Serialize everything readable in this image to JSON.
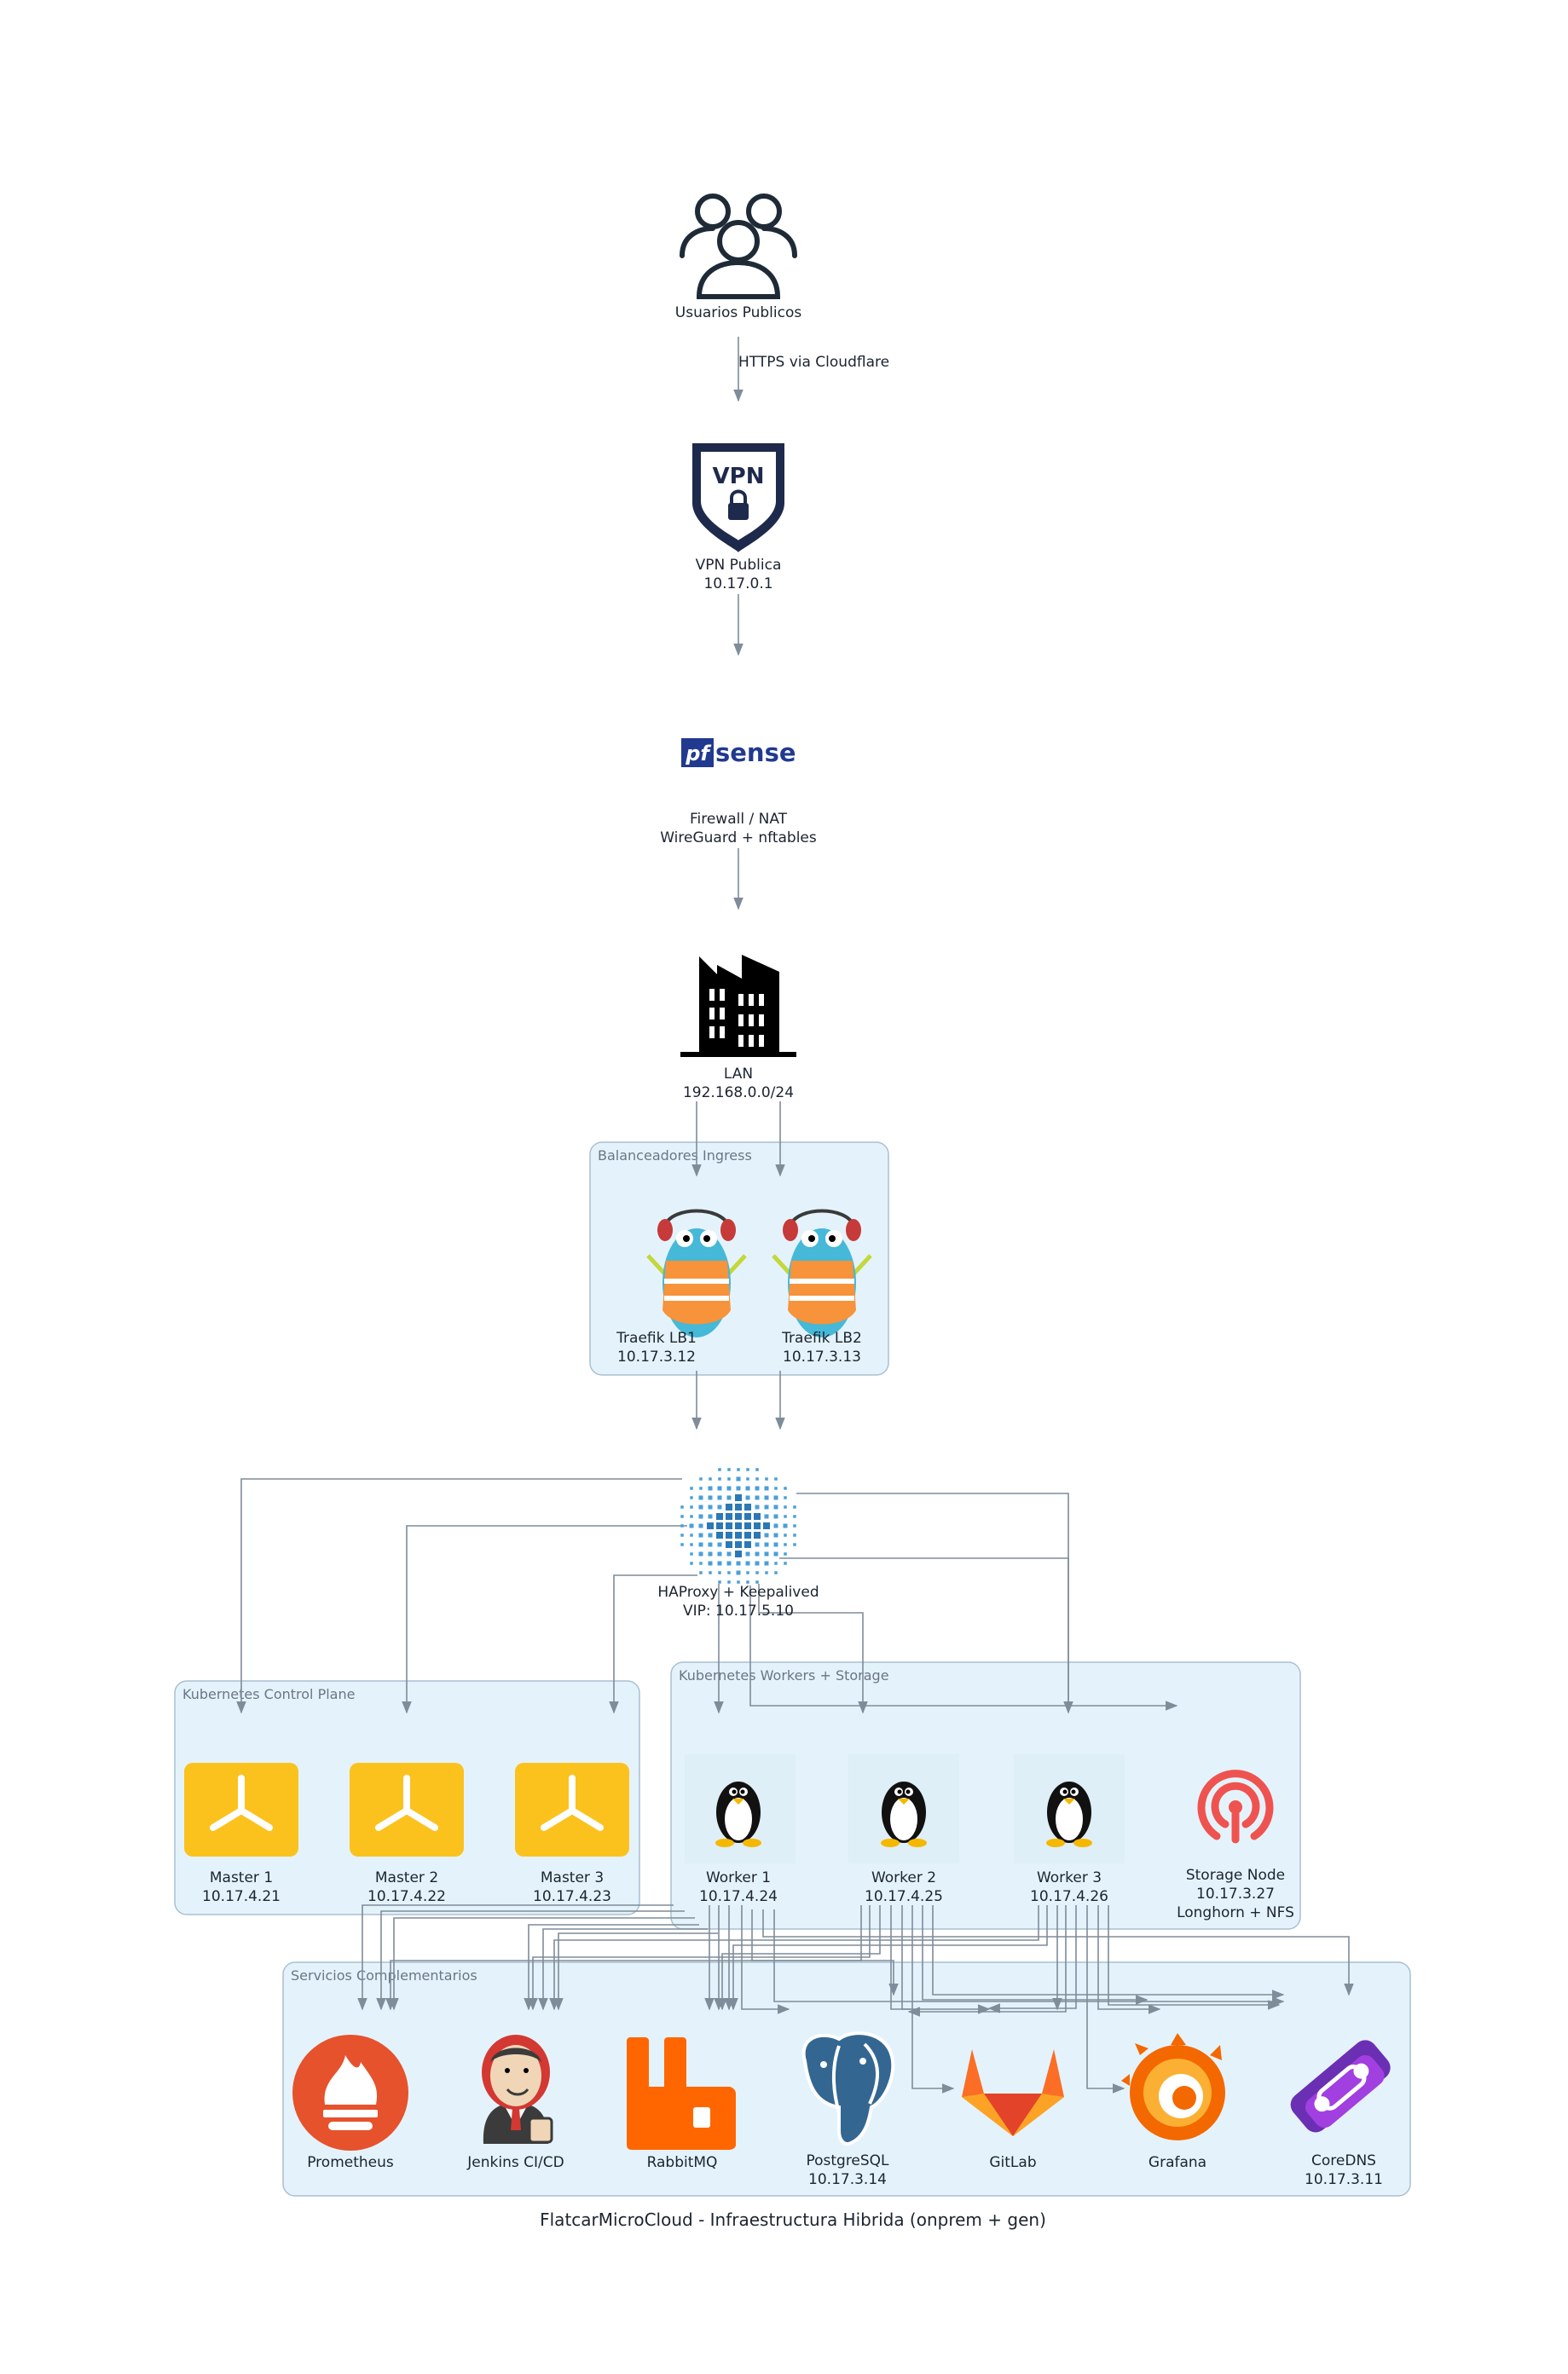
{
  "title": "FlatcarMicroCloud - Infraestructura Hibrida (onprem + gen)",
  "edge_labels": {
    "https": "HTTPS via Cloudflare"
  },
  "clusters": {
    "ingress": "Balanceadores Ingress",
    "control_plane": "Kubernetes Control Plane",
    "workers": "Kubernetes Workers + Storage",
    "services": "Servicios Complementarios"
  },
  "nodes": {
    "users": {
      "line1": "Usuarios Publicos",
      "icon": "users-icon"
    },
    "vpn": {
      "line1": "VPN Publica",
      "line2": "10.17.0.1",
      "badge": "VPN",
      "icon": "vpn-shield-icon"
    },
    "pfsense": {
      "brand": "pfsense",
      "brand_prefix": "pf",
      "brand_suffix": "sense",
      "line1": "Firewall / NAT",
      "line2": "WireGuard + nftables",
      "icon": "pfsense-logo"
    },
    "lan": {
      "line1": "LAN",
      "line2": "192.168.0.0/24",
      "icon": "factory-icon"
    },
    "lb1": {
      "line1": "Traefik LB1",
      "line2": "10.17.3.12",
      "icon": "traefik-gopher-icon"
    },
    "lb2": {
      "line1": "Traefik LB2",
      "line2": "10.17.3.13",
      "icon": "traefik-gopher-icon"
    },
    "haproxy": {
      "line1": "HAProxy + Keepalived",
      "line2": "VIP: 10.17.5.10",
      "icon": "haproxy-icon"
    },
    "master1": {
      "line1": "Master 1",
      "line2": "10.17.4.21",
      "icon": "k3s-icon"
    },
    "master2": {
      "line1": "Master 2",
      "line2": "10.17.4.22",
      "icon": "k3s-icon"
    },
    "master3": {
      "line1": "Master 3",
      "line2": "10.17.4.23",
      "icon": "k3s-icon"
    },
    "worker1": {
      "line1": "Worker 1",
      "line2": "10.17.4.24",
      "icon": "linux-tux-icon"
    },
    "worker2": {
      "line1": "Worker 2",
      "line2": "10.17.4.25",
      "icon": "linux-tux-icon"
    },
    "worker3": {
      "line1": "Worker 3",
      "line2": "10.17.4.26",
      "icon": "linux-tux-icon"
    },
    "storage": {
      "line1": "Storage Node",
      "line2": "10.17.3.27",
      "line3": "Longhorn + NFS",
      "icon": "ceph-icon"
    },
    "prometheus": {
      "line1": "Prometheus",
      "icon": "prometheus-icon"
    },
    "jenkins": {
      "line1": "Jenkins CI/CD",
      "icon": "jenkins-icon"
    },
    "rabbitmq": {
      "line1": "RabbitMQ",
      "icon": "rabbitmq-icon"
    },
    "postgres": {
      "line1": "PostgreSQL",
      "line2": "10.17.3.14",
      "icon": "postgresql-icon"
    },
    "gitlab": {
      "line1": "GitLab",
      "icon": "gitlab-icon"
    },
    "grafana": {
      "line1": "Grafana",
      "icon": "grafana-icon"
    },
    "coredns": {
      "line1": "CoreDNS",
      "line2": "10.17.3.11",
      "icon": "coredns-icon"
    }
  },
  "colors": {
    "edge": "#7f8c99",
    "cluster_fill": "#e4f3fb",
    "k3s": "#fbc21e",
    "prometheus": "#e6522c",
    "rabbitmq": "#ff6600",
    "gitlab": "#fc6d26",
    "grafana": "#f46800",
    "coredns": "#6b2fb3",
    "pfsense_blue": "#213a8f"
  }
}
